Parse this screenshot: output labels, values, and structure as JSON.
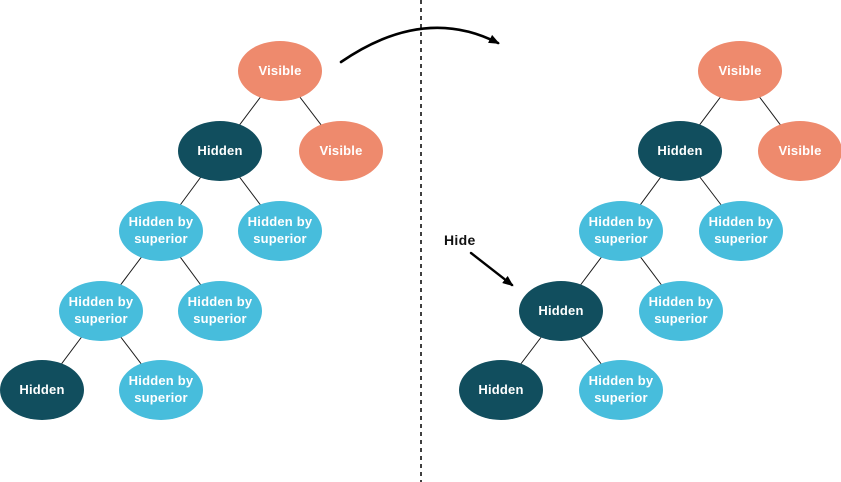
{
  "annotations": {
    "hide_label": "Hide"
  },
  "colors": {
    "visible": "#EE8A6D",
    "hidden": "#114E5E",
    "hidden_by_superior": "#47BDDC",
    "edge": "#1c1c1c",
    "arrow": "#000000"
  },
  "trees": {
    "left": {
      "nodes": [
        {
          "label": "Visible",
          "state": "visible"
        },
        {
          "label": "Hidden",
          "state": "hidden"
        },
        {
          "label": "Visible",
          "state": "visible"
        },
        {
          "label": "Hidden by superior",
          "state": "hidden_by_superior"
        },
        {
          "label": "Hidden by superior",
          "state": "hidden_by_superior"
        },
        {
          "label": "Hidden by superior",
          "state": "hidden_by_superior"
        },
        {
          "label": "Hidden by superior",
          "state": "hidden_by_superior"
        },
        {
          "label": "Hidden",
          "state": "hidden"
        },
        {
          "label": "Hidden by superior",
          "state": "hidden_by_superior"
        }
      ]
    },
    "right": {
      "nodes": [
        {
          "label": "Visible",
          "state": "visible"
        },
        {
          "label": "Hidden",
          "state": "hidden"
        },
        {
          "label": "Visible",
          "state": "visible"
        },
        {
          "label": "Hidden by superior",
          "state": "hidden_by_superior"
        },
        {
          "label": "Hidden by superior",
          "state": "hidden_by_superior"
        },
        {
          "label": "Hidden",
          "state": "hidden"
        },
        {
          "label": "Hidden by superior",
          "state": "hidden_by_superior"
        },
        {
          "label": "Hidden",
          "state": "hidden"
        },
        {
          "label": "Hidden by superior",
          "state": "hidden_by_superior"
        }
      ]
    }
  }
}
